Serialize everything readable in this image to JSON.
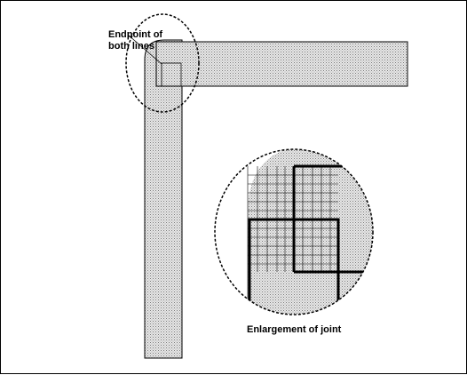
{
  "labels": {
    "endpoint_line1": "Endpoint of",
    "endpoint_line2": "both lines",
    "enlargement": "Enlargement of joint"
  },
  "colors": {
    "fill": "#d9d9d9",
    "stroke": "#000000",
    "background": "#ffffff"
  }
}
